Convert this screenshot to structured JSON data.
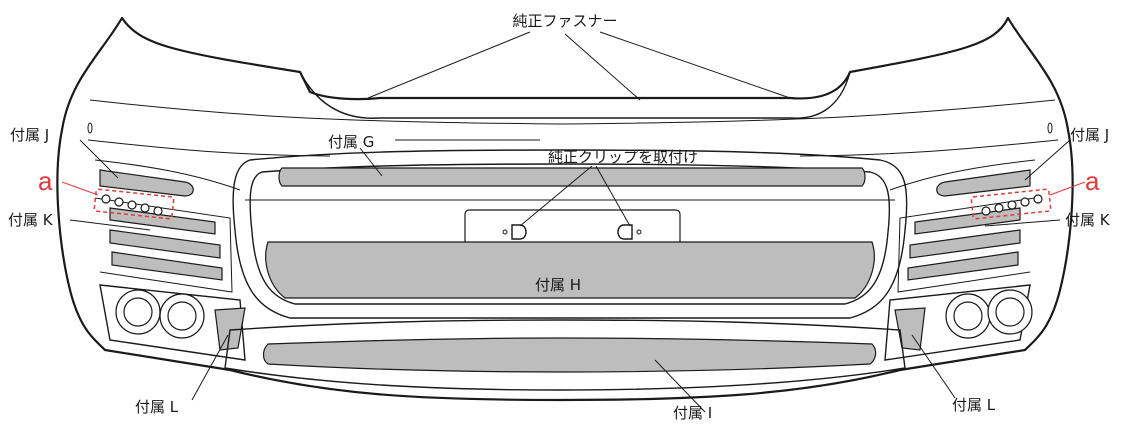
{
  "labels": {
    "fastener": "純正ファスナー",
    "part_g": "付属 G",
    "clip": "純正クリップを取付け",
    "part_j_left": "付属 J",
    "part_j_right": "付属 J",
    "part_k_left": "付属 K",
    "part_k_right": "付属 K",
    "part_h": "付属 H",
    "part_l_left": "付属 L",
    "part_l_right": "付属 L",
    "part_i": "付属 I",
    "marker_a_left": "a",
    "marker_a_right": "a"
  },
  "colors": {
    "part_fill": "#bdbdbd",
    "marker": "#e23a3a",
    "line": "#1a1a1a"
  }
}
